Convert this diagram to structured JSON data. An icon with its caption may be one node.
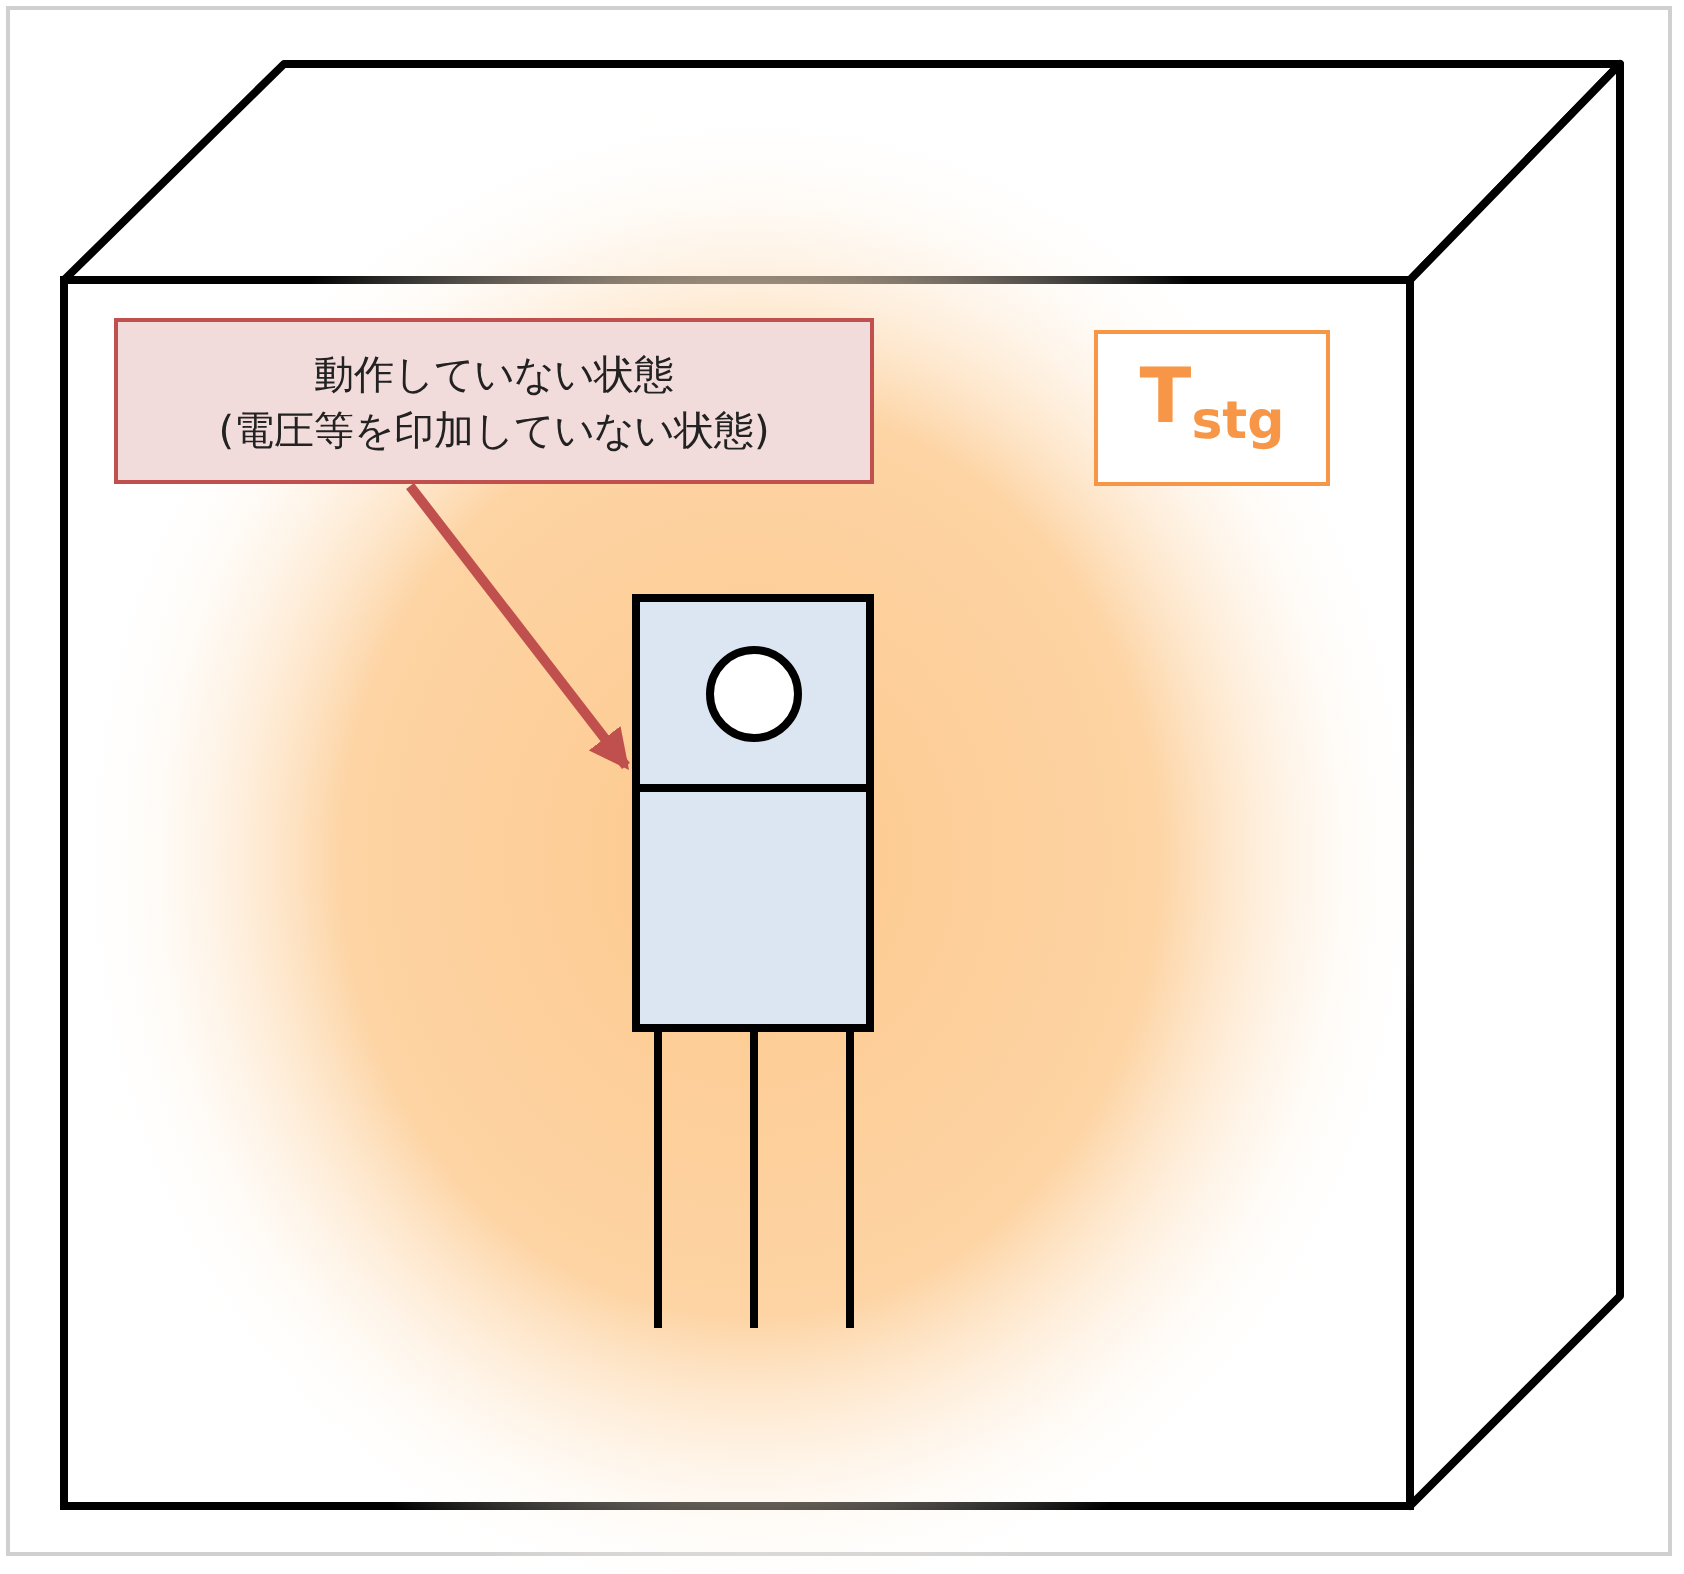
{
  "diagram": {
    "nodes": [
      {
        "text": [
          "動作していない状態",
          "(電圧等を印加していない状態)"
        ]
      },
      {
        "text": [],
        "shape": "picture"
      },
      {
        "text": [
          "T$_{stg}$"
        ]
      }
    ],
    "edges": [
      {
        "from": 0,
        "to": 1,
        "arrow": "to",
        "color": "#c0504d"
      }
    ]
  }
}
